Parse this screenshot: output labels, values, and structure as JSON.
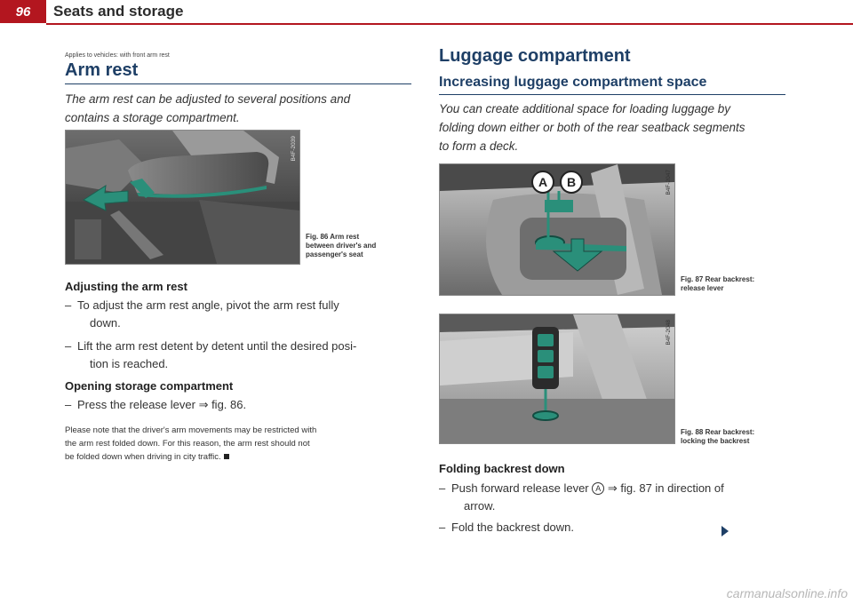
{
  "header": {
    "page_number": "96",
    "section_title": "Seats and storage"
  },
  "left": {
    "applies": "Applies to vehicles: with front arm rest",
    "title": "Arm rest",
    "intro_line1": "The arm rest can be adjusted to several positions and",
    "intro_line2": "contains a storage compartment.",
    "fig86": {
      "code": "B4F-2039",
      "caption_line1": "Fig. 86  Arm rest",
      "caption_line2": "between driver's and",
      "caption_line3": "passenger's seat"
    },
    "adjust_title": "Adjusting the arm rest",
    "adjust_b1_l1": "To adjust the arm rest angle, pivot the arm rest fully",
    "adjust_b1_l2": "down.",
    "adjust_b2_l1": "Lift the arm rest detent by detent until the desired posi-",
    "adjust_b2_l2": "tion is reached.",
    "storage_title": "Opening storage compartment",
    "storage_b1": "Press the release lever ⇒ fig. 86.",
    "note_l1": "Please note that the driver's arm movements may be restricted with",
    "note_l2": "the arm rest folded down. For this reason, the arm rest should not",
    "note_l3": "be folded down when driving in city traffic."
  },
  "right": {
    "title": "Luggage compartment",
    "subtitle": "Increasing luggage compartment space",
    "intro_line1": "You can create additional space for loading luggage by",
    "intro_line2": "folding down either or both of the rear seatback segments",
    "intro_line3": "to form a deck.",
    "fig87": {
      "code": "B4F-2047",
      "label_a": "A",
      "label_b": "B",
      "caption_line1": "Fig. 87  Rear backrest:",
      "caption_line2": "release lever"
    },
    "fig88": {
      "code": "B4F-2048",
      "caption_line1": "Fig. 88  Rear backrest:",
      "caption_line2": "locking the backrest"
    },
    "fold_title": "Folding backrest down",
    "fold_b1_pre": "Push forward release lever",
    "fold_b1_circle": "A",
    "fold_b1_post": "⇒ fig. 87 in direction of",
    "fold_b1_l2": "arrow.",
    "fold_b2": "Fold the backrest down."
  },
  "watermark": "carmanualsonline.info",
  "colors": {
    "accent_red": "#b3161f",
    "heading_blue": "#1e3f66",
    "highlight_green": "#2a8f7a"
  }
}
